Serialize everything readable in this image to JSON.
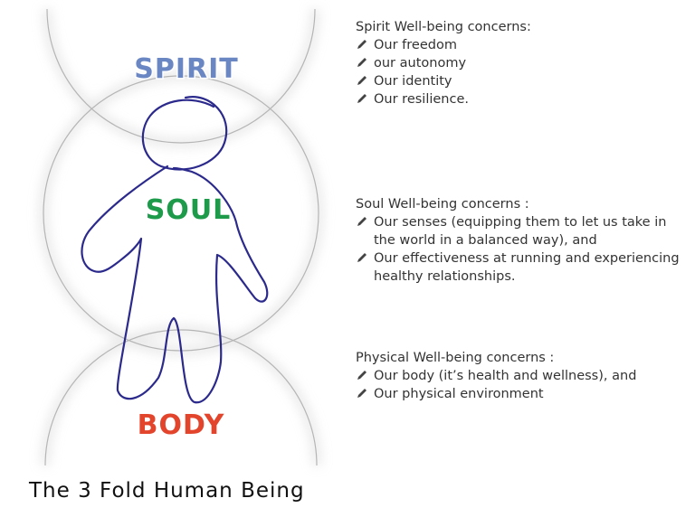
{
  "diagram": {
    "title": "The 3 Fold Human Being",
    "labels": {
      "spirit": "SPIRIT",
      "soul": "SOUL",
      "body": "BODY"
    },
    "colors": {
      "spirit": "#6a86c3",
      "soul": "#1d9a4a",
      "body": "#e2452c",
      "figure": "#2b2a8c",
      "circles": "#b5b5b5"
    }
  },
  "sections": {
    "spirit": {
      "heading": "Spirit Well-being concerns:",
      "items": [
        "Our freedom",
        "our autonomy",
        "Our identity",
        "Our resilience."
      ]
    },
    "soul": {
      "heading": "Soul Well-being concerns :",
      "items": [
        "Our senses (equipping them to let us take in the world in a balanced way), and",
        "Our effectiveness at running and experiencing healthy relationships."
      ]
    },
    "body": {
      "heading": "Physical Well-being concerns :",
      "items": [
        "Our body (it’s health and wellness), and",
        "Our physical environment"
      ]
    }
  },
  "icons": {
    "bullet": "pen-icon"
  }
}
